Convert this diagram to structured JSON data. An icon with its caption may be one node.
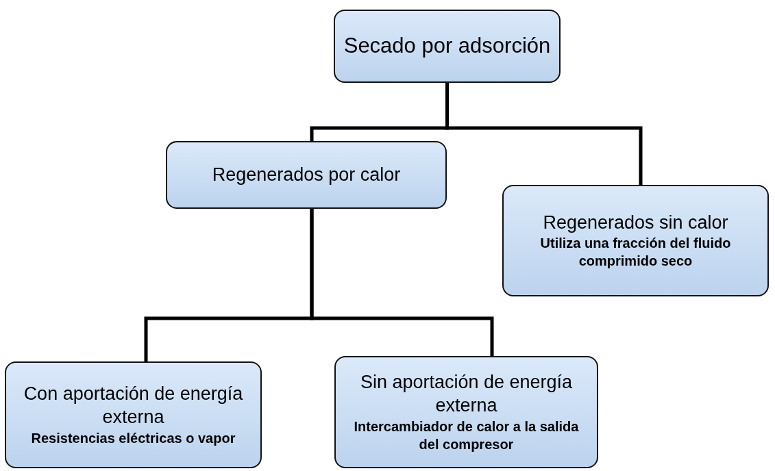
{
  "diagram": {
    "nodes": [
      {
        "text": [
          "Secado por adsorción"
        ]
      },
      {
        "text": [
          "Regenerados por calor"
        ]
      },
      {
        "text": [
          "Regenerados sin calor",
          "Utiliza una fracción del fluido comprimido seco"
        ]
      },
      {
        "text": [
          "Con aportación de energía externa",
          "Resistencias eléctricas o vapor"
        ]
      },
      {
        "text": [
          "Sin aportación de energía externa",
          "Intercambiador de calor a la salida del compresor"
        ]
      }
    ],
    "edges": [
      {
        "from": 0,
        "to": 1,
        "arrow": "none"
      },
      {
        "from": 0,
        "to": 2,
        "arrow": "none"
      },
      {
        "from": 1,
        "to": 3,
        "arrow": "none"
      },
      {
        "from": 1,
        "to": 4,
        "arrow": "none"
      }
    ]
  }
}
